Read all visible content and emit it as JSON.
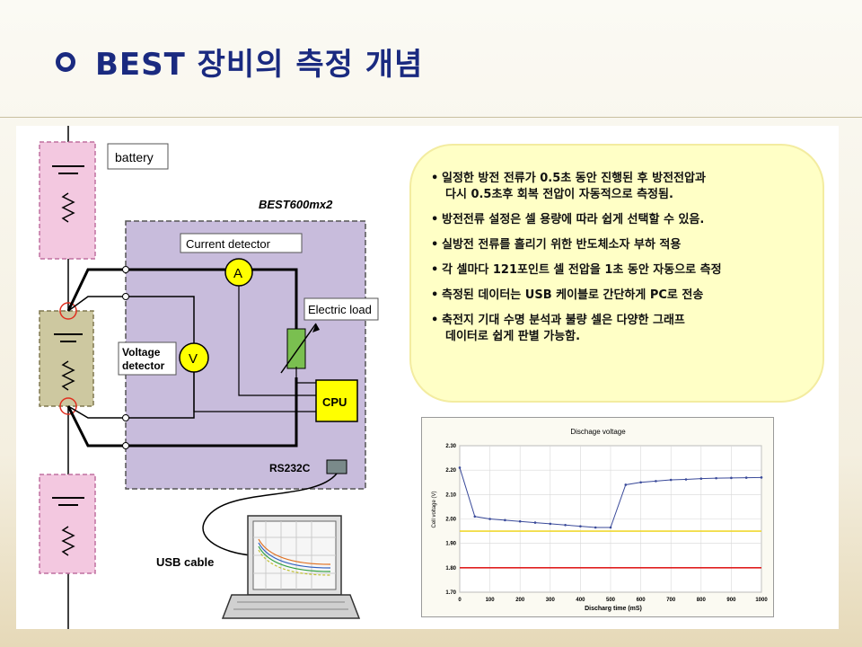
{
  "slide": {
    "title": "BEST 장비의 측정 개념"
  },
  "diagram": {
    "battery_label": "battery",
    "device_label": "BEST600mx2",
    "current_detector_label": "Current  detector",
    "ammeter_symbol": "A",
    "voltmeter_symbol": "V",
    "voltage_detector_label": [
      "Voltage",
      "detector"
    ],
    "electric_load_label": "Electric load",
    "cpu_label": "CPU",
    "rs232c_label": "RS232C",
    "usb_cable_label": "USB cable",
    "colors": {
      "device_box": "#c8bcdc",
      "battery_cell": "#f3c8e0",
      "measured_cell": "#cdc8a0",
      "meter": "#ffff00",
      "tap_circle": "#e03020"
    }
  },
  "notes": [
    {
      "lines": [
        "일정한 방전 전류가 0.5초 동안 진행된 후 방전전압과",
        "다시 0.5초후 회복 전압이 자동적으로 측정됨."
      ]
    },
    {
      "lines": [
        "방전전류 설정은 셀 용량에 따라 쉽게 선택할 수 있음."
      ]
    },
    {
      "lines": [
        "실방전 전류를 흘리기 위한 반도체소자 부하 적용"
      ]
    },
    {
      "lines": [
        "각 셀마다 121포인트 셀 전압을 1초 동안 자동으로 측정"
      ]
    },
    {
      "lines": [
        "측정된 데이터는 USB 케이블로 간단하게 PC로 전송"
      ]
    },
    {
      "lines": [
        "축전지 기대 수명 분석과 불량 셀은 다양한 그래프",
        "데이터로 쉽게 판별 가능함."
      ]
    }
  ],
  "chart_data": {
    "type": "line",
    "title": "Dischage voltage",
    "xlabel": "Discharg time (mS)",
    "ylabel": "Cell voltage (V)",
    "xlim": [
      0,
      1000
    ],
    "ylim": [
      1.7,
      2.3
    ],
    "x_ticks": [
      "0",
      "100",
      "200",
      "300",
      "400",
      "500",
      "600",
      "700",
      "800",
      "900",
      "1000"
    ],
    "y_ticks": [
      "1.70",
      "1.80",
      "1.90",
      "2.00",
      "2.10",
      "2.20",
      "2.30"
    ],
    "grid": true,
    "series": [
      {
        "color": "#3a4a9a",
        "x": [
          0,
          50,
          100,
          150,
          200,
          250,
          300,
          350,
          400,
          450,
          500,
          550,
          600,
          650,
          700,
          750,
          800,
          850,
          900,
          950,
          1000
        ],
        "y": [
          2.21,
          2.01,
          2.0,
          1.995,
          1.99,
          1.985,
          1.98,
          1.975,
          1.97,
          1.965,
          1.965,
          2.14,
          2.15,
          2.155,
          2.16,
          2.162,
          2.165,
          2.167,
          2.168,
          2.169,
          2.17
        ]
      }
    ],
    "reference_lines": [
      {
        "y": 1.95,
        "color": "#f0d830"
      },
      {
        "y": 1.8,
        "color": "#e02020"
      }
    ]
  }
}
